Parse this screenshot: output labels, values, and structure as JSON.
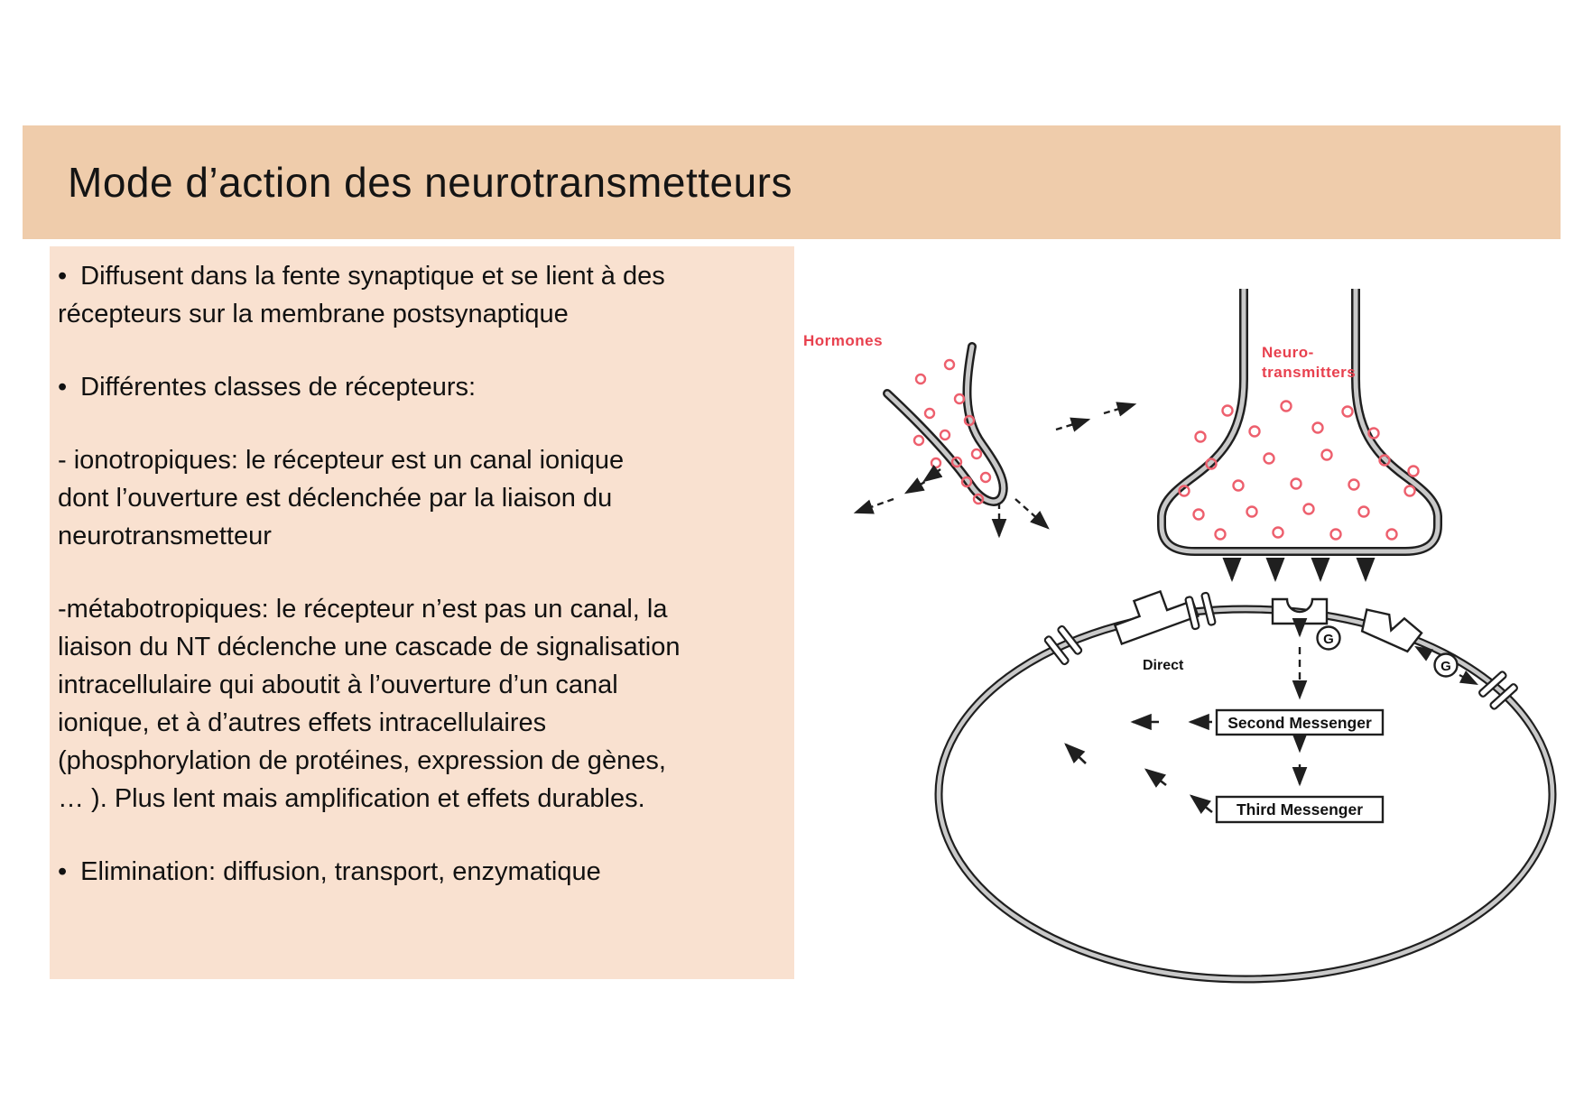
{
  "slide": {
    "title": "Mode d’action des neurotransmetteurs",
    "colors": {
      "background": "#ffffff",
      "title_banner_bg": "#efccab",
      "content_panel_bg": "#f9e1d0",
      "text": "#111111",
      "diagram_red_label": "#e8404e",
      "diagram_molecule_red": "#ed5f6d",
      "diagram_line": "#1f1f1f",
      "diagram_membrane_gray": "#c9c9c9"
    },
    "content_panel": {
      "paragraphs": [
        {
          "marker": "•",
          "text": "Diffusent dans la fente synaptique et se lient à des\nrécepteurs sur la membrane postsynaptique"
        },
        {
          "marker": "•",
          "text": "Différentes classes de récepteurs:"
        },
        {
          "marker": "",
          "text": "- ionotropiques: le récepteur est un canal ionique\ndont l’ouverture est déclenchée par la liaison du\nneurotransmetteur"
        },
        {
          "marker": "",
          "text": "-métabotropiques: le récepteur n’est pas un canal, la\nliaison du NT déclenche une cascade de signalisation\nintracellulaire qui aboutit à l’ouverture d’un canal\nionique, et à d’autres effets intracellulaires\n(phosphorylation de protéines, expression de gènes,\n… ). Plus lent mais amplification et effets durables."
        },
        {
          "marker": "•",
          "text": "Elimination: diffusion, transport, enzymatique"
        }
      ]
    }
  },
  "diagram": {
    "hormones_label": "Hormones",
    "neurotransmitters_label_line1": "Neuro-",
    "neurotransmitters_label_line2": "transmitters",
    "direct_label": "Direct",
    "g_protein_label": "G",
    "second_messenger_label": "Second Messenger",
    "third_messenger_label": "Third Messenger"
  }
}
